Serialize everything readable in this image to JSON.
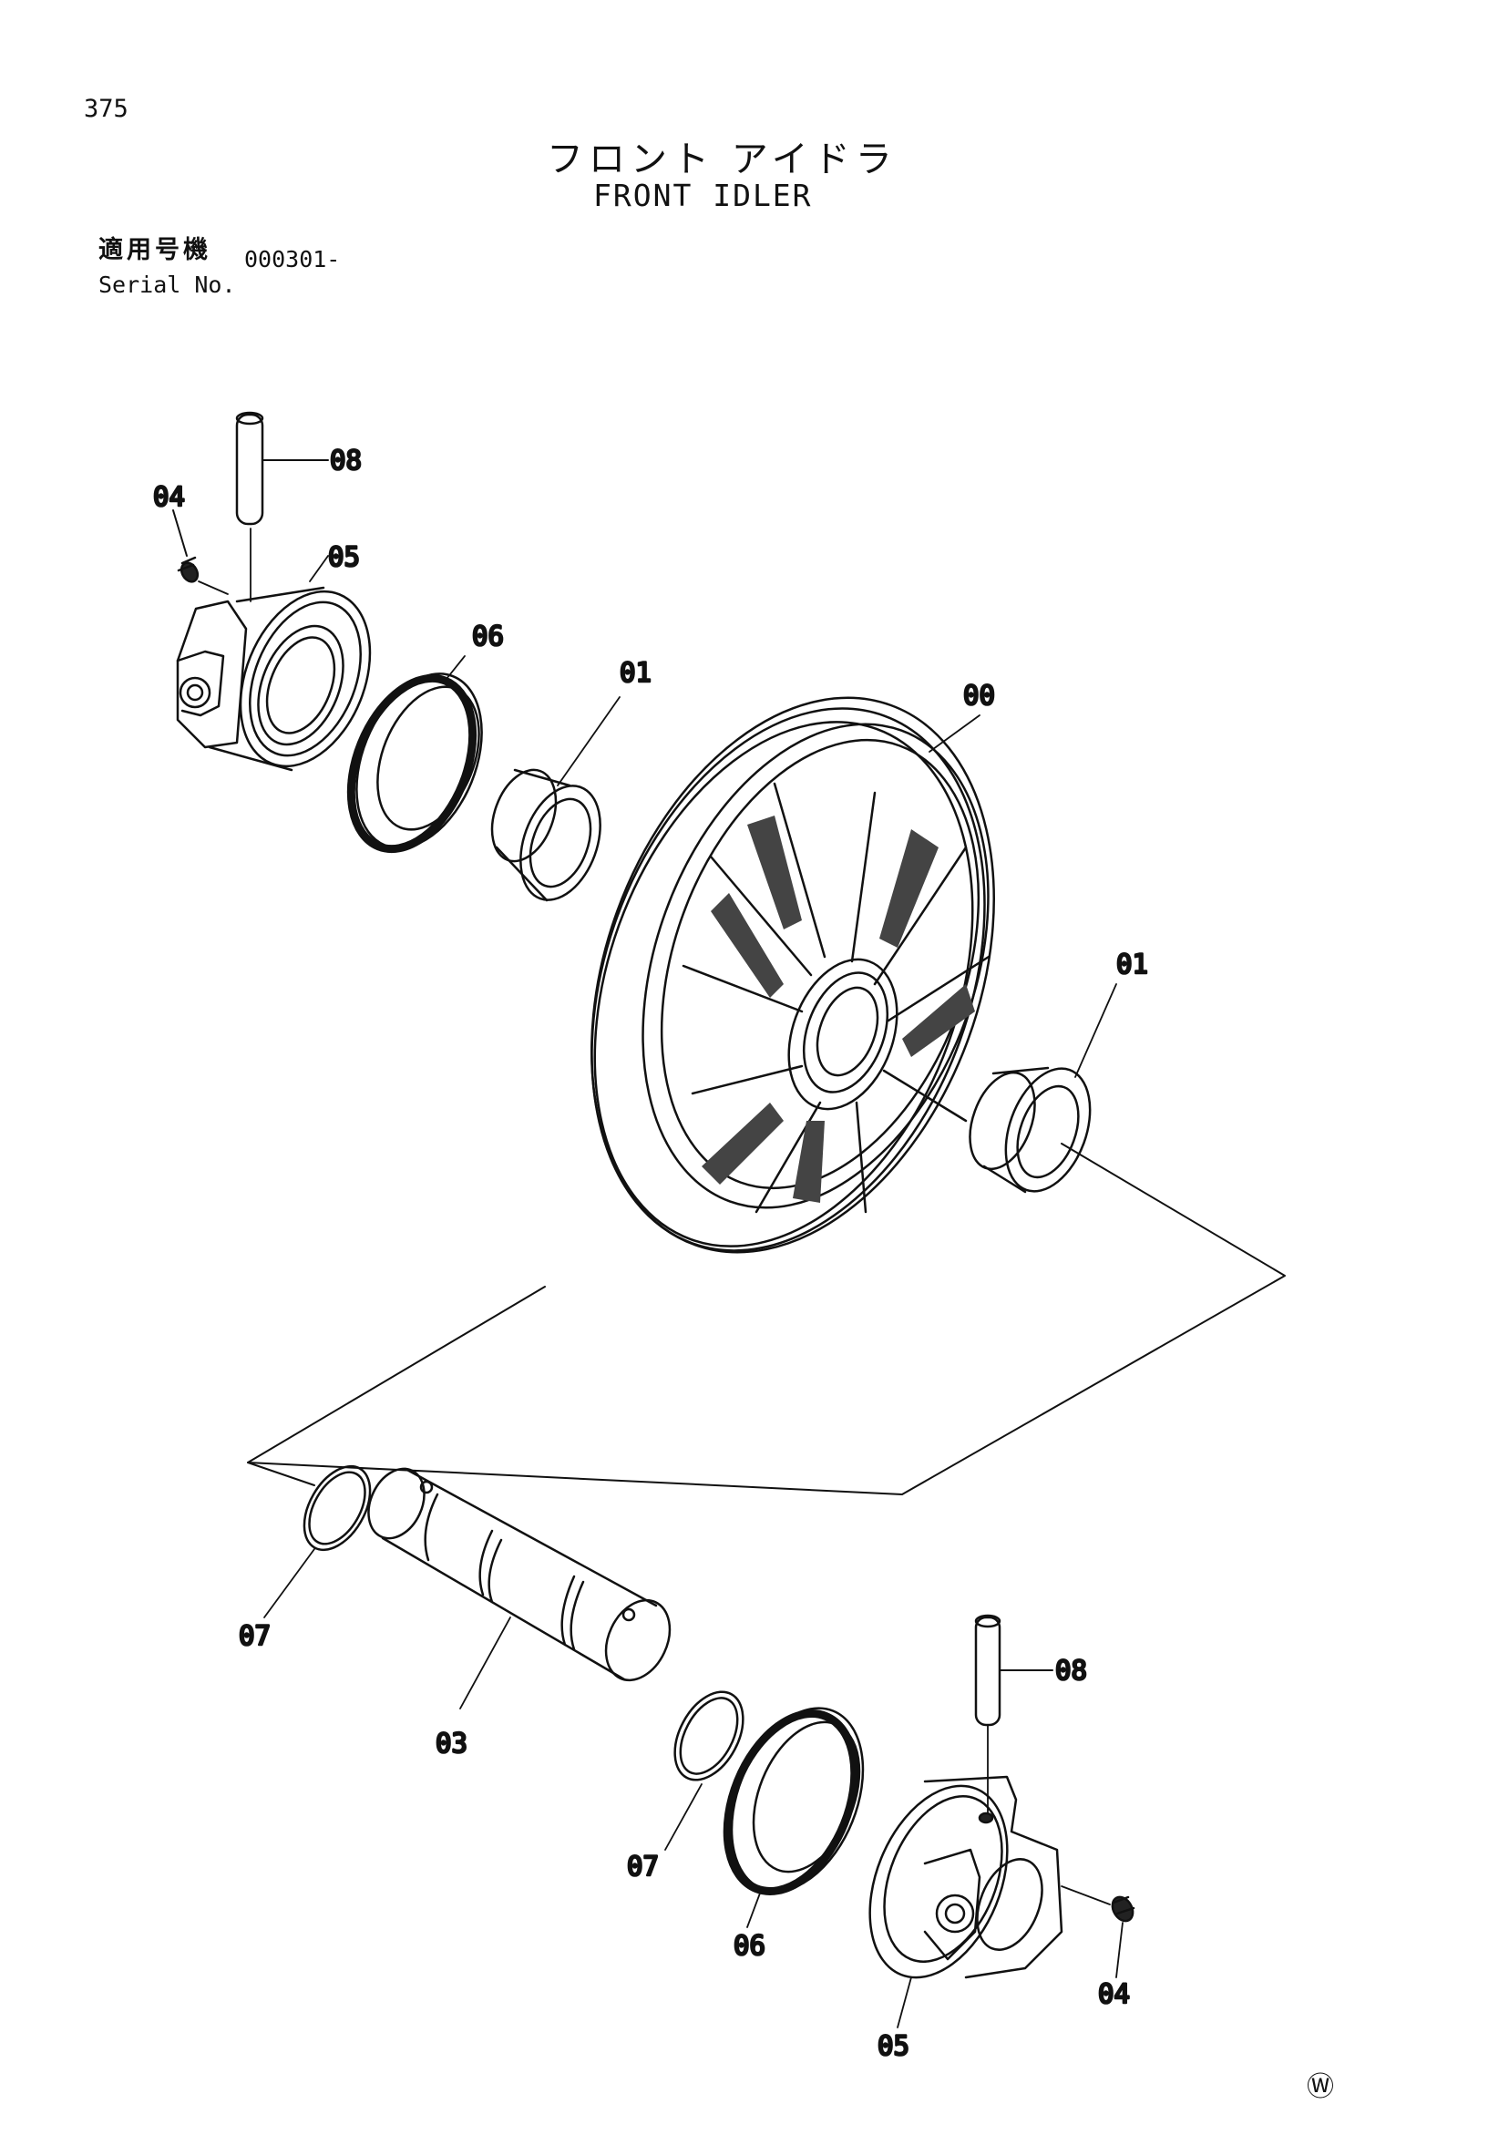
{
  "header": {
    "page_number": "375",
    "title_jp": "フロント アイドラ",
    "title_en": "FRONT IDLER",
    "serial_label_jp": "適用号機",
    "serial_label_en": "Serial No.",
    "serial_value": "000301-"
  },
  "callouts": {
    "c00": "00",
    "c01a": "01",
    "c01b": "01",
    "c03": "03",
    "c04a": "04",
    "c04b": "04",
    "c05a": "05",
    "c05b": "05",
    "c06a": "06",
    "c06b": "06",
    "c07a": "07",
    "c07b": "07",
    "c08a": "08",
    "c08b": "08"
  },
  "footer": {
    "mark": "Ⓦ"
  }
}
